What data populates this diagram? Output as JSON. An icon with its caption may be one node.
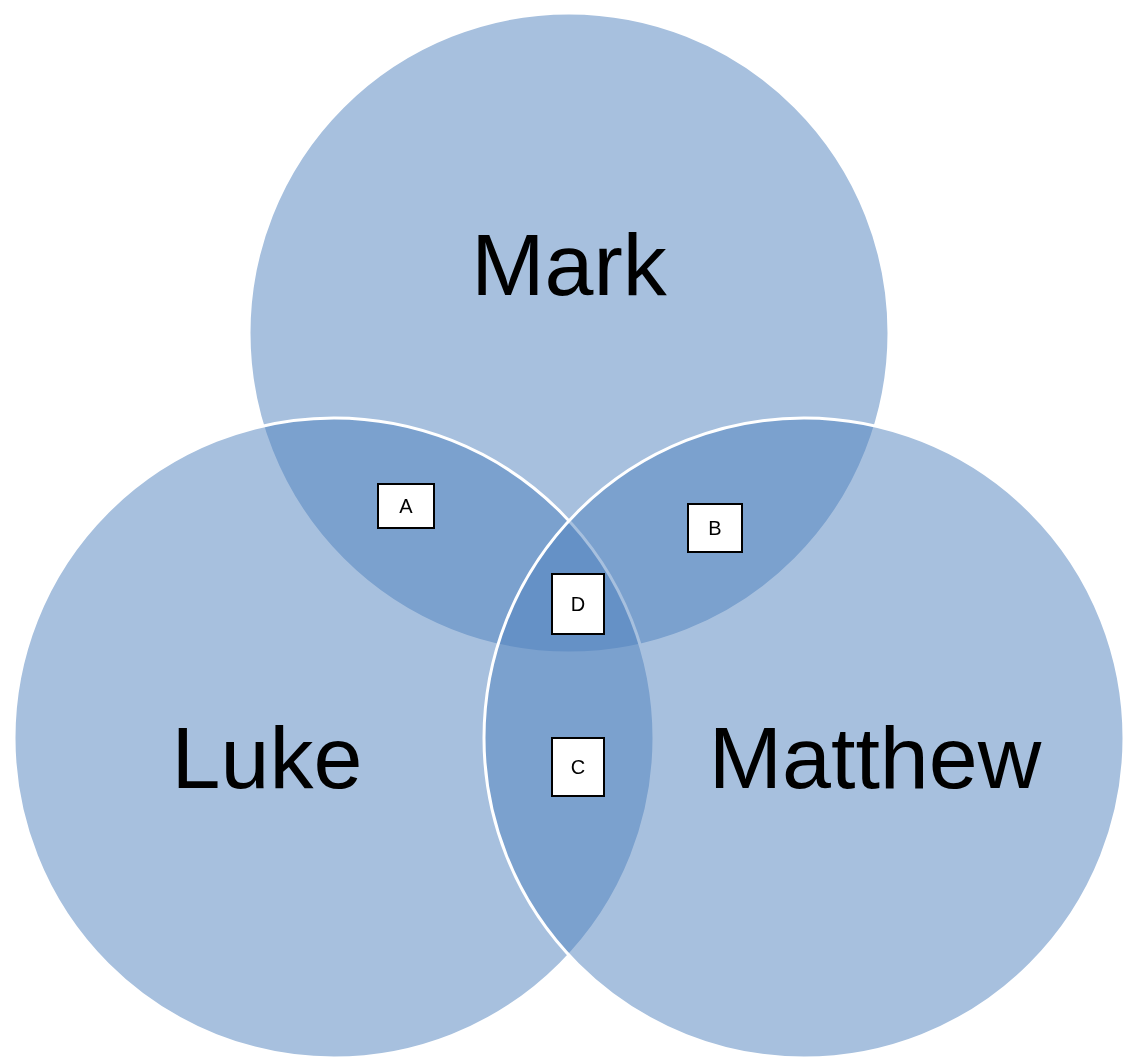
{
  "diagram": {
    "nodes": [
      {
        "text": [
          "Mark"
        ]
      },
      {
        "text": [
          "Luke"
        ]
      },
      {
        "text": [
          "Matthew"
        ]
      },
      {
        "text": [
          "A"
        ]
      },
      {
        "text": [
          "B"
        ]
      },
      {
        "text": [
          "D"
        ]
      },
      {
        "text": [
          "C"
        ]
      }
    ]
  }
}
